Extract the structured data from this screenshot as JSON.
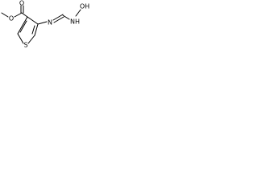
{
  "molecule": {
    "atoms": {
      "o_carbonyl": "O",
      "o_ester": "O",
      "s_ring": "S",
      "n_imine": "N",
      "nh": "NH",
      "oh": "OH"
    }
  },
  "colors": {
    "bond": "#000000",
    "text": "#000000",
    "background": "#ffffff"
  }
}
